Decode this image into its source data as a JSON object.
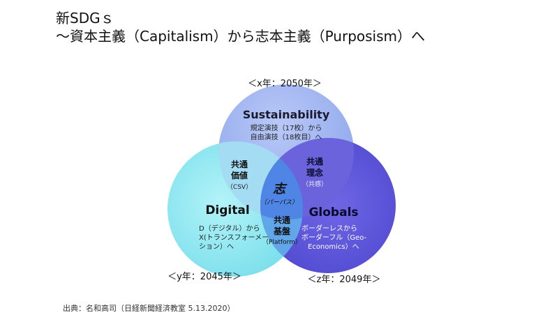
{
  "title": {
    "line1": "新SDGｓ",
    "line2": "～資本主義（Capitalism）から志本主義（Purposism）へ"
  },
  "diagram": {
    "circles": {
      "sustainability": {
        "year_label": "＜x年：2050年＞",
        "title": "Sustainability",
        "desc_line1": "規定演技（17枚）から",
        "desc_line2": "自由演技（18枚目）へ",
        "color": "#8fa8ee"
      },
      "digital": {
        "year_label": "＜y年：2045年＞",
        "title": "Digital",
        "desc_line1": "D（デジタル）から",
        "desc_line2": "X(トランスフォーメー",
        "desc_line3": "ション）へ",
        "color": "#7fe3ef"
      },
      "globals": {
        "year_label": "＜z年：2049年＞",
        "title": "Globals",
        "desc_line1": "ボーダーレスから",
        "desc_line2": "ボーダーフル（Geo-",
        "desc_line3": "Economics）へ",
        "color": "#5d55d8"
      }
    },
    "overlaps": {
      "sustainability_digital": {
        "line1": "共通",
        "line2": "価値",
        "line3": "（CSV）"
      },
      "sustainability_globals": {
        "line1": "共通",
        "line2": "理念",
        "line3": "（共感）"
      },
      "digital_globals": {
        "line1": "共通",
        "line2": "基盤",
        "line3": "（Platform）"
      },
      "center": {
        "line1": "志",
        "line2": "（パーパス）"
      }
    }
  },
  "source": "出典：名和高司（日経新聞経済教室 5.13.2020）"
}
